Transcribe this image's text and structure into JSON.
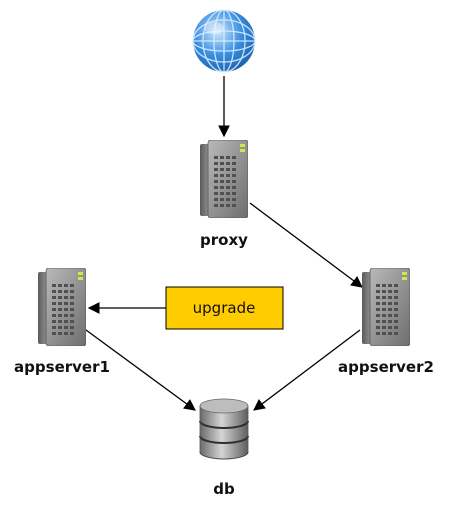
{
  "diagram": {
    "nodes": {
      "internet": {
        "label": "",
        "icon": "globe-icon"
      },
      "proxy": {
        "label": "proxy",
        "icon": "server-icon"
      },
      "appserver1": {
        "label": "appserver1",
        "icon": "server-icon"
      },
      "appserver2": {
        "label": "appserver2",
        "icon": "server-icon"
      },
      "db": {
        "label": "db",
        "icon": "database-icon"
      }
    },
    "note": {
      "label": "upgrade",
      "fill": "#ffcc00",
      "border": "#000000"
    },
    "edges": [
      {
        "from": "internet",
        "to": "proxy"
      },
      {
        "from": "proxy",
        "to": "appserver2"
      },
      {
        "from": "note",
        "to": "appserver1"
      },
      {
        "from": "appserver1",
        "to": "db"
      },
      {
        "from": "appserver2",
        "to": "db"
      }
    ],
    "colors": {
      "edge": "#000000",
      "globe": "#3a8ee0",
      "server_body": "#7d7d7d",
      "server_light": "#cfe84a",
      "db_body": "#888888"
    }
  }
}
